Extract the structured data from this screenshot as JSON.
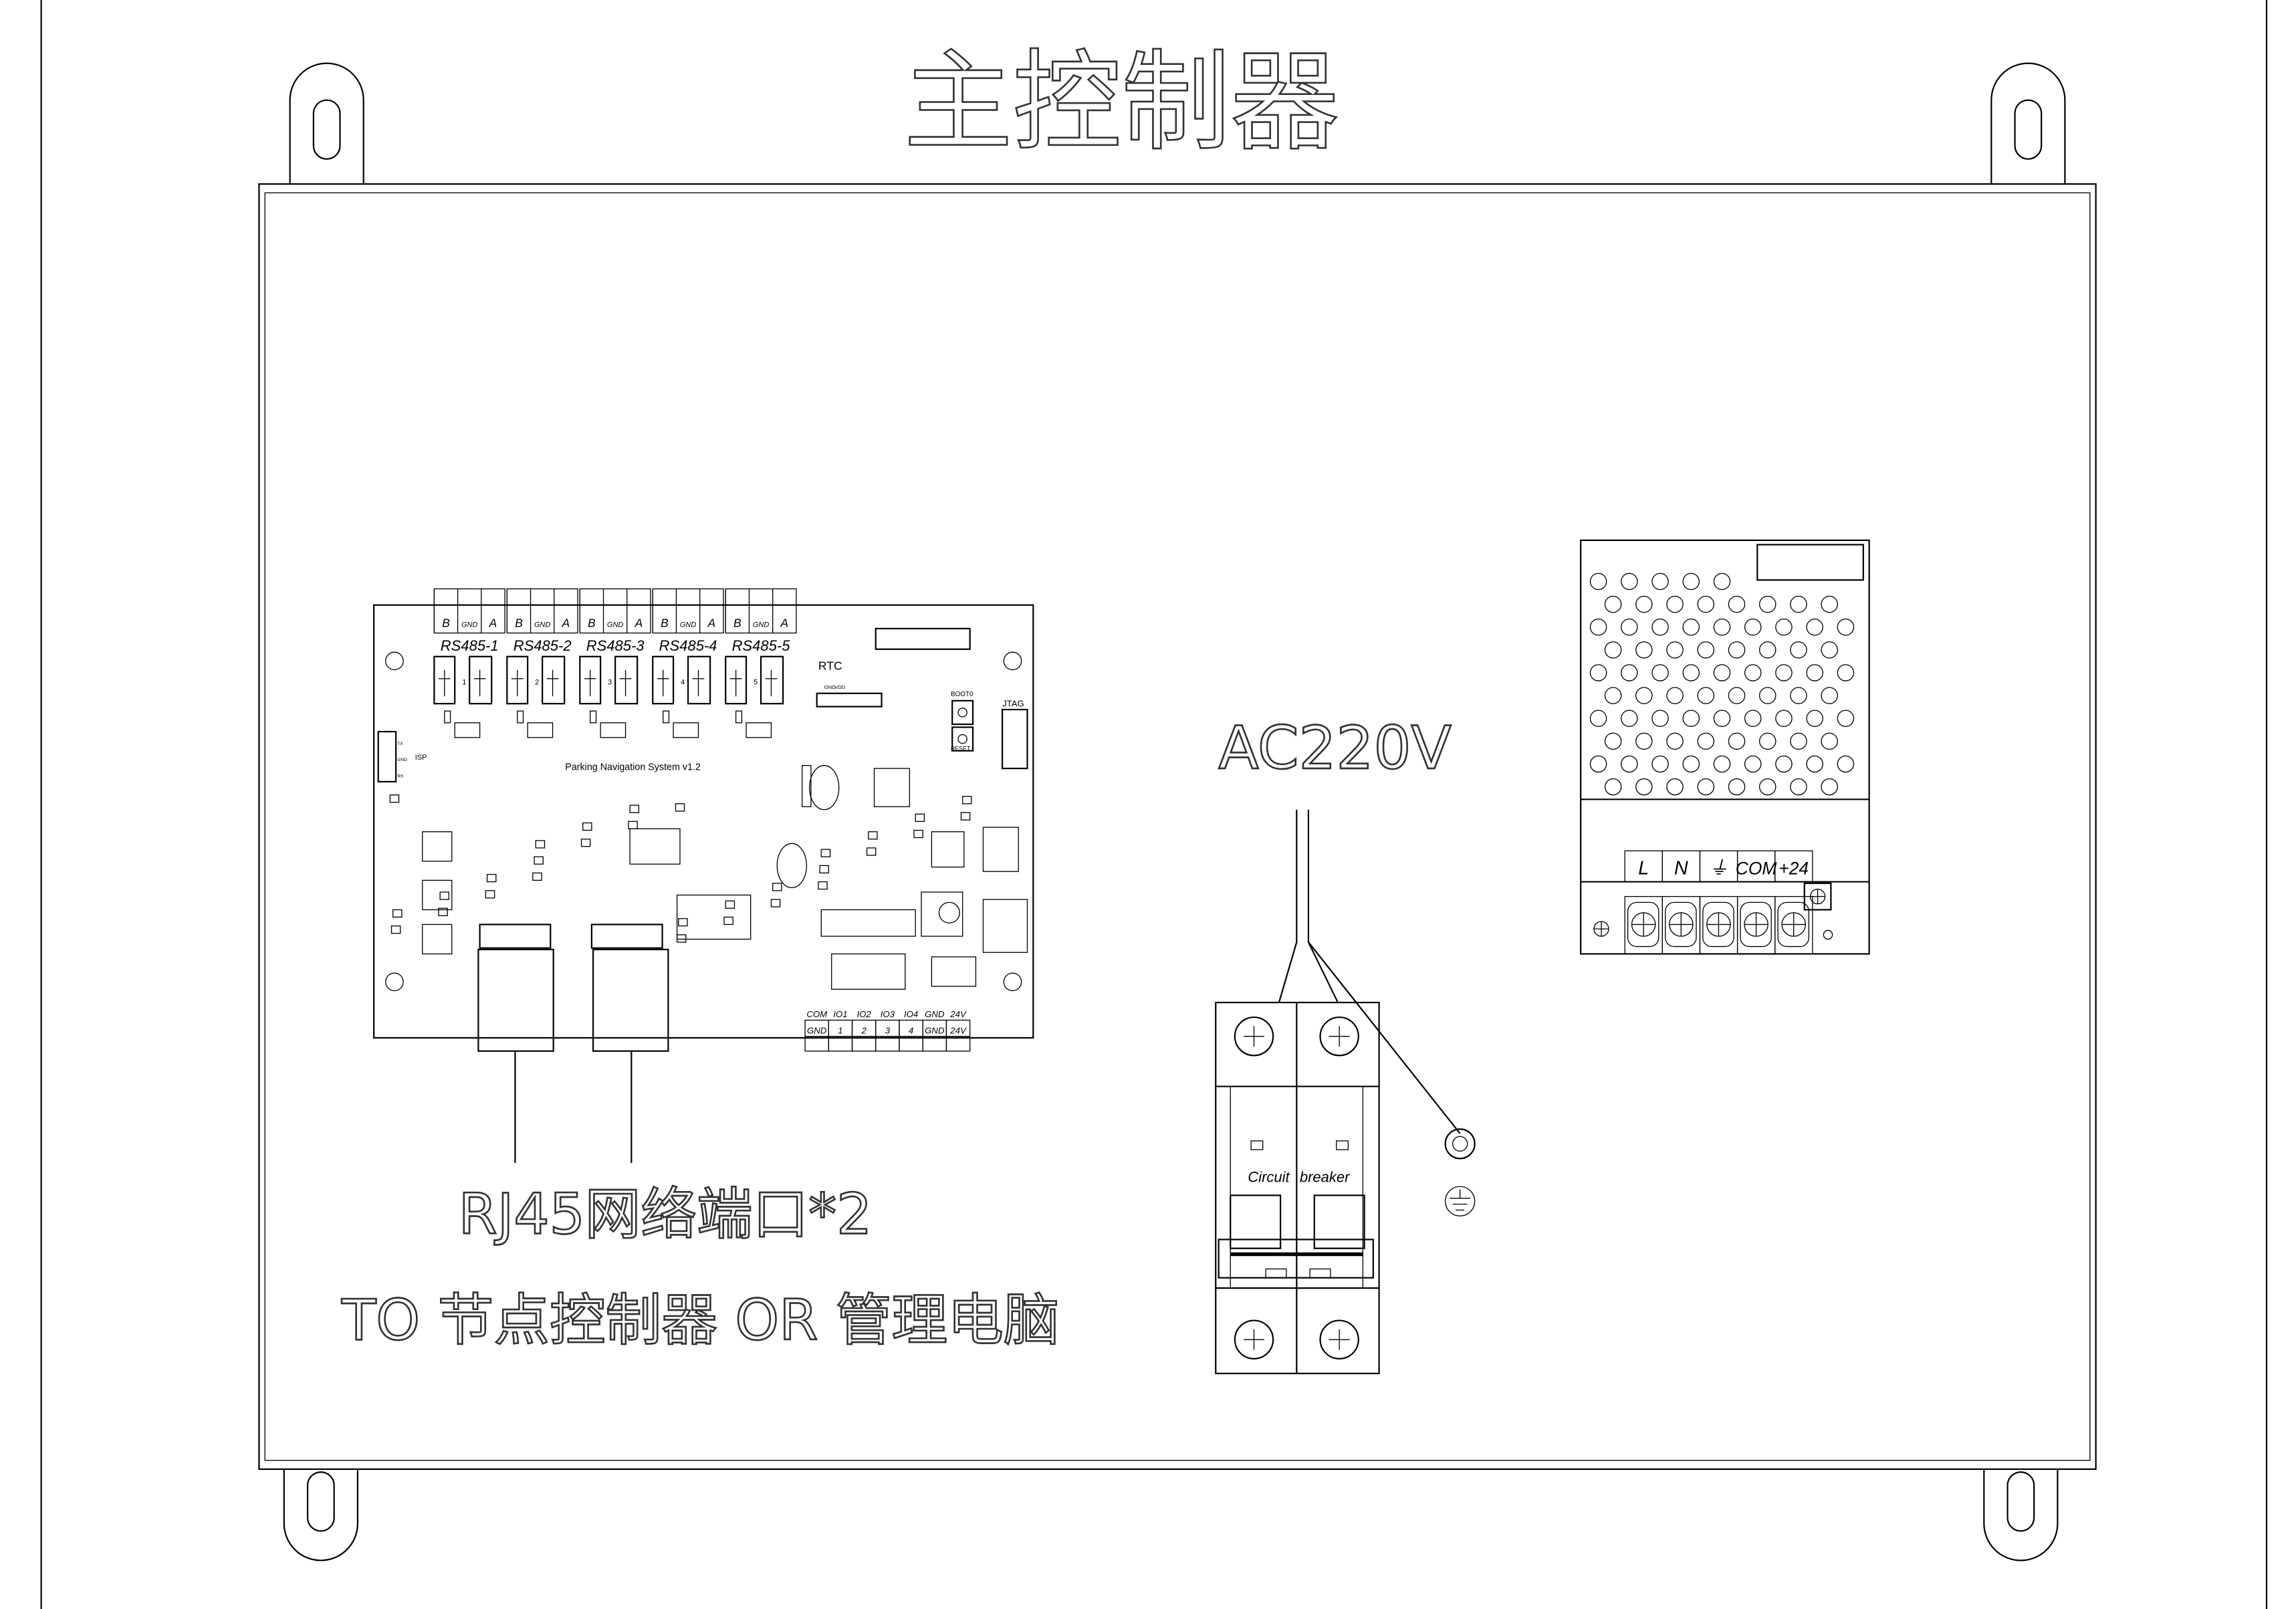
{
  "title": "主控制器",
  "pcb": {
    "rs485": [
      {
        "label": "RS485-1",
        "num": "1"
      },
      {
        "label": "RS485-2",
        "num": "2"
      },
      {
        "label": "RS485-3",
        "num": "3"
      },
      {
        "label": "RS485-4",
        "num": "4"
      },
      {
        "label": "RS485-5",
        "num": "5"
      }
    ],
    "terminal_pins": [
      "B",
      "GND",
      "A"
    ],
    "board_name": "Parking Navigation System v1.2",
    "rtc": "RTC",
    "rtc_pins": [
      "GND",
      "VDD"
    ],
    "boot": "BOOT0",
    "reset": "RESET",
    "jtag": "JTAG",
    "isp": "ISP",
    "uart_pins": [
      "TX",
      "GND",
      "RX"
    ],
    "io_top": [
      "COM",
      "IO1",
      "IO2",
      "IO3",
      "IO4",
      "GND",
      "24V"
    ],
    "io_bottom": [
      "GND",
      "1",
      "2",
      "3",
      "4",
      "GND",
      "24V"
    ]
  },
  "rj45_label": "RJ45网络端口*2",
  "to_label": "TO 节点控制器 OR 管理电脑",
  "ac_label": "AC220V",
  "breaker_label": [
    "Circuit",
    "breaker"
  ],
  "psu_terminals": [
    "L",
    "N",
    "⏚",
    "COM",
    "+24"
  ]
}
